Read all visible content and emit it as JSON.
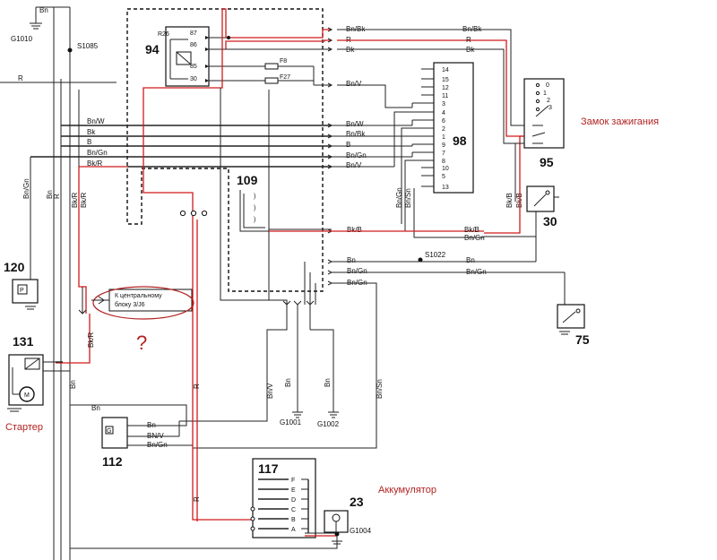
{
  "wire_labels": {
    "bn": "Bn",
    "r": "R",
    "bk": "Bk",
    "b": "B",
    "bnw": "Bn/W",
    "bnbk": "Bn/Bk",
    "bngn": "Bn/Gn",
    "bnv": "Bn/V",
    "bkr": "Bk/R",
    "bkb": "Bk/B",
    "bnsn": "Bn/Sn",
    "bnv_caps": "BN/V"
  },
  "splices": {
    "s1085": "S1085",
    "s1022": "S1022"
  },
  "grounds": {
    "g1010": "G1010",
    "g1001": "G1001",
    "g1002": "G1002",
    "g1004": "G1004"
  },
  "components": {
    "c94": "94",
    "c98": "98",
    "c95": "95",
    "c30": "30",
    "c109": "109",
    "c120": "120",
    "c131": "131",
    "c112": "112",
    "c117": "117",
    "c23": "23",
    "c75": "75"
  },
  "relay_94": {
    "name": "R26",
    "pins": [
      "87",
      "86",
      "85",
      "30"
    ],
    "fuses": [
      "F8",
      "F27"
    ]
  },
  "connector_98": {
    "pins": [
      "14",
      "15",
      "12",
      "11",
      "3",
      "4",
      "6",
      "2",
      "1",
      "9",
      "7",
      "8",
      "10",
      "5",
      "13"
    ]
  },
  "connector_117": {
    "pins": [
      "F",
      "E",
      "D",
      "C",
      "B",
      "A"
    ]
  },
  "switch_95_marks": [
    "0",
    "1",
    "2",
    "3"
  ],
  "box_120_letter": "P",
  "box_112_letter": "G",
  "annotations": {
    "ignition": "Замок зажигания",
    "starter": "Стартер",
    "battery": "Аккумулятор",
    "to_central_line1": "К центральному",
    "to_central_line2": "блоку 3/J6",
    "question": "?"
  }
}
